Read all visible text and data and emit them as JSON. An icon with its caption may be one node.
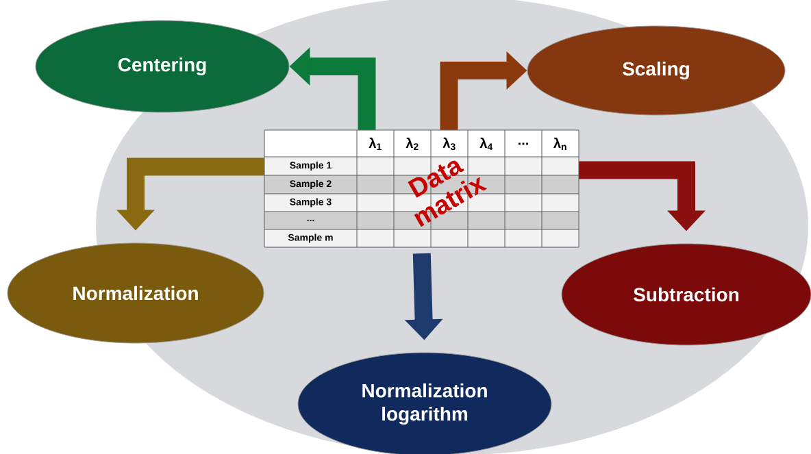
{
  "diagram": {
    "nodes": [
      {
        "text": [
          "Data matrix"
        ]
      },
      {
        "text": [
          "Centering"
        ]
      },
      {
        "text": [
          "Scaling"
        ]
      },
      {
        "text": [
          "Normalization"
        ]
      },
      {
        "text": [
          "Subtraction"
        ]
      },
      {
        "text": [
          "Normalization logarithm"
        ]
      }
    ],
    "edges": [
      {
        "from": 0,
        "to": 1,
        "arrow": "to",
        "color": "#0b7a3b"
      },
      {
        "from": 0,
        "to": 2,
        "arrow": "to",
        "color": "#8b3a0e"
      },
      {
        "from": 0,
        "to": 3,
        "arrow": "to",
        "color": "#8a6a10"
      },
      {
        "from": 0,
        "to": 4,
        "arrow": "to",
        "color": "#8b1010"
      },
      {
        "from": 0,
        "to": 5,
        "arrow": "to",
        "color": "#1f3b6e"
      }
    ],
    "labels": [
      "λ$_{1}$",
      "λ$_{2}$",
      "λ$_{3}$",
      "λ$_{4}$",
      "...",
      "λ$_{n}$",
      "Sample 1",
      "Sample 2",
      "Sample 3",
      "...",
      "Sample m"
    ]
  }
}
